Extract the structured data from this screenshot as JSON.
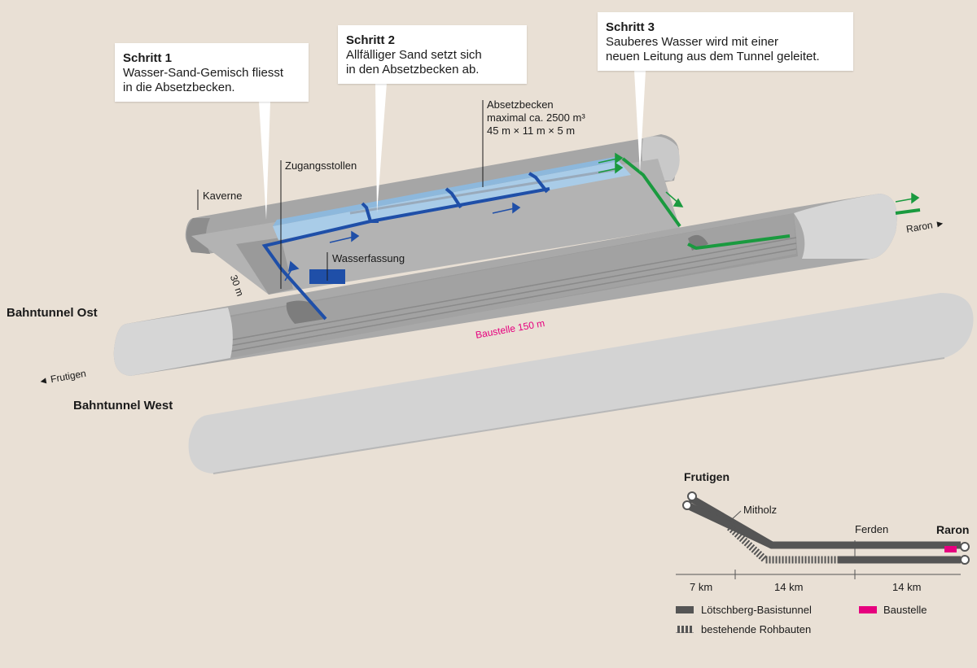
{
  "callouts": {
    "step1": {
      "title": "Schritt 1",
      "line1": "Wasser-Sand-Gemisch fliesst",
      "line2": "in die Absetzbecken."
    },
    "step2": {
      "title": "Schritt 2",
      "line1": "Allfälliger Sand setzt sich",
      "line2": "in den Absetzbecken ab."
    },
    "step3": {
      "title": "Schritt 3",
      "line1": "Sauberes Wasser wird mit einer",
      "line2": "neuen Leitung aus dem Tunnel geleitet."
    }
  },
  "labels": {
    "kaverne": "Kaverne",
    "zugangsstollen": "Zugangsstollen",
    "absetzbecken_title": "Absetzbecken",
    "absetzbecken_volume": "maximal ca. 2500 m³",
    "absetzbecken_dims": "45 m × 11 m × 5 m",
    "wasserfassung": "Wasserfassung",
    "distance": "30 m",
    "baustelle": "Baustelle 150 m",
    "frutigen_arrow": "◄ Frutigen",
    "raron_arrow": "Raron ►",
    "tunnel_ost": "Bahntunnel Ost",
    "tunnel_west": "Bahntunnel West"
  },
  "map": {
    "frutigen": "Frutigen",
    "mitholz": "Mitholz",
    "ferden": "Ferden",
    "raron": "Raron",
    "km1": "7 km",
    "km2": "14 km",
    "km3": "14 km",
    "legend_basistunnel": "Lötschberg-Basistunnel",
    "legend_rohbauten": "bestehende Rohbauten",
    "legend_baustelle": "Baustelle"
  },
  "colors": {
    "background": "#e9e0d5",
    "tunnel_gray": "#a9a9a9",
    "tunnel_light": "#d4d4d4",
    "water_blue": "#1f4fa8",
    "basin_blue": "#a9cce8",
    "clean_green": "#1a9a3f",
    "baustelle_magenta": "#e6007e",
    "track_gray": "#555555"
  }
}
